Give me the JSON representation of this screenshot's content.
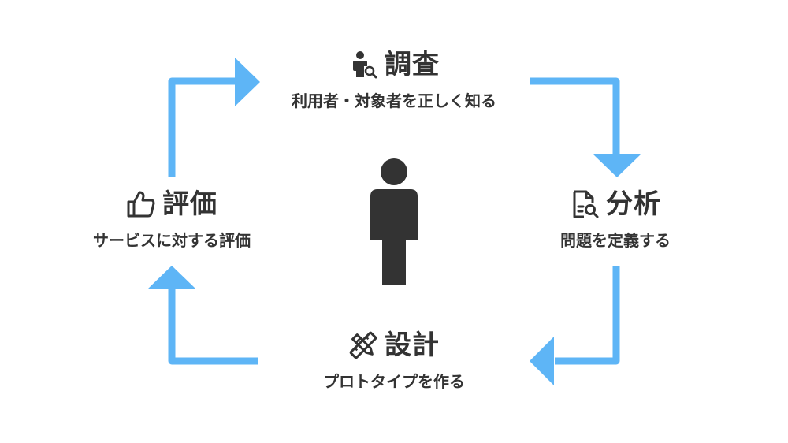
{
  "accent_color": "#5eb5f6",
  "text_color": "#333333",
  "stages": {
    "research": {
      "title": "調査",
      "description": "利用者・対象者を正しく知る",
      "icon": "person-search-icon"
    },
    "analysis": {
      "title": "分析",
      "description": "問題を定義する",
      "icon": "document-search-icon"
    },
    "design": {
      "title": "設計",
      "description": "プロトタイプを作る",
      "icon": "pencil-ruler-icon"
    },
    "evaluation": {
      "title": "評価",
      "description": "サービスに対する評価",
      "icon": "thumbs-up-icon"
    }
  },
  "center_icon": "person-icon"
}
